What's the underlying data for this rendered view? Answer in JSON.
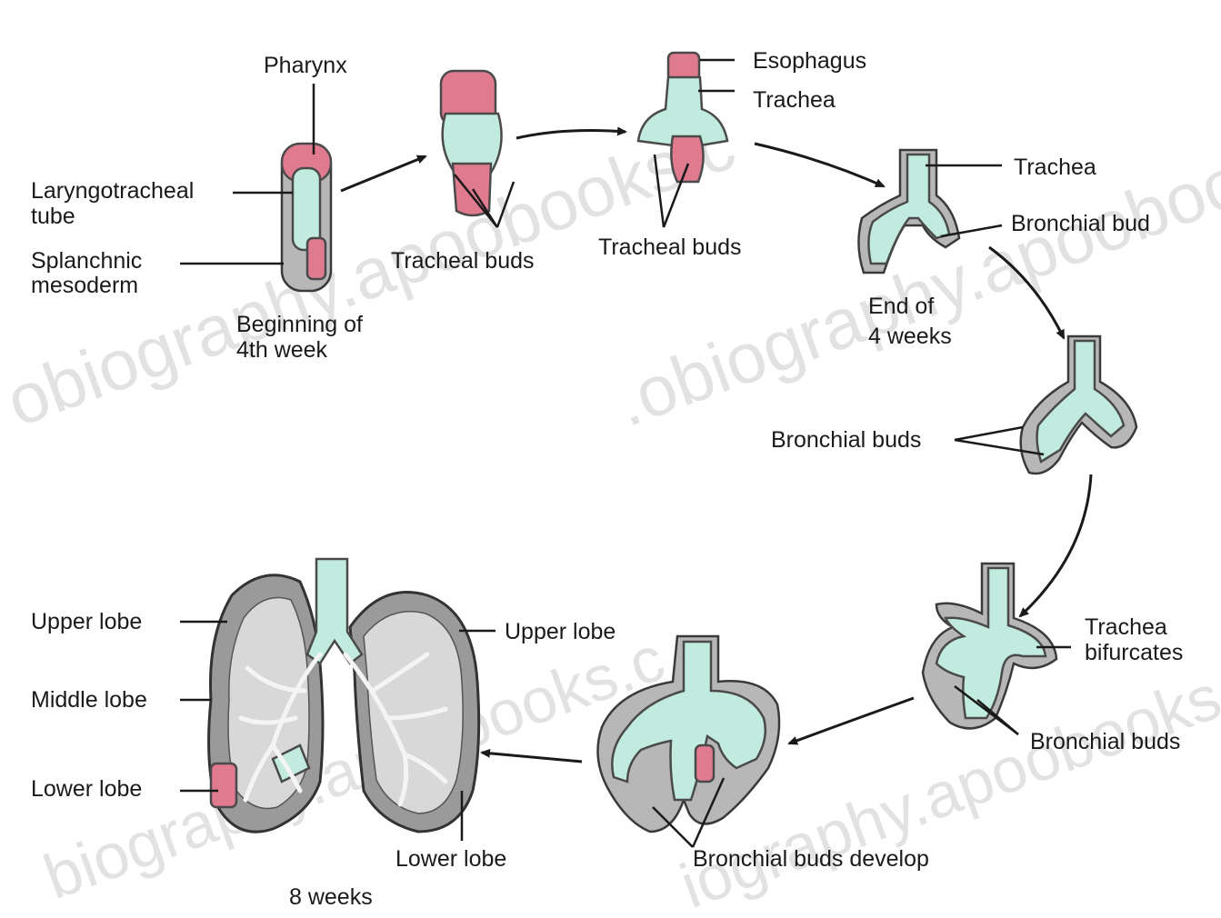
{
  "labels": {
    "pharynx": "Pharynx",
    "laryngotracheal_1": "Laryngotracheal",
    "laryngotracheal_2": "tube",
    "splanchnic_1": "Splanchnic",
    "splanchnic_2": "mesoderm",
    "beginning_1": "Beginning of",
    "beginning_2": "4th week",
    "tracheal_buds_1": "Tracheal buds",
    "esophagus": "Esophagus",
    "trachea_1": "Trachea",
    "tracheal_buds_2": "Tracheal buds",
    "trachea_2": "Trachea",
    "bronchial_bud": "Bronchial bud",
    "end_of_1": "End of",
    "end_of_2": "4 weeks",
    "bronchial_buds_1": "Bronchial buds",
    "trachea_bif_1": "Trachea",
    "trachea_bif_2": "bifurcates",
    "bronchial_buds_2": "Bronchial buds",
    "bronchial_buds_develop": "Bronchial buds develop",
    "upper_lobe_left": "Upper lobe",
    "middle_lobe": "Middle lobe",
    "lower_lobe_left": "Lower lobe",
    "upper_lobe_right": "Upper lobe",
    "lower_lobe_right": "Lower lobe",
    "eight_weeks": "8 weeks"
  },
  "watermark": {
    "text_1": "obiography.apoobooks.c",
    "text_2": ".obiography.apoobooks.c",
    "text_3": "biography.apoobooks.c",
    "text_4": "iography.apoobooks.c"
  },
  "colors": {
    "teal": "#c2ebe0",
    "pink": "#e07a8f",
    "gray": "#b7b7b7",
    "lung": "#9a9a9a"
  }
}
